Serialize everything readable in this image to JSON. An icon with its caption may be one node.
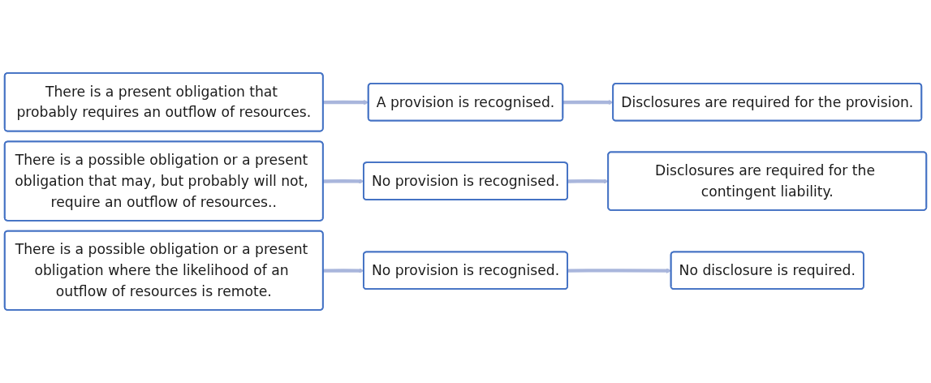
{
  "diagram": {
    "nodes": [
      {
        "text": [
          "There is a present obligation that probably requires an outflow of resources."
        ]
      },
      {
        "text": [
          "A provision is recognised."
        ]
      },
      {
        "text": [
          "Disclosures are required for the provision."
        ]
      },
      {
        "text": [
          "There is a possible obligation or a present obligation that may, but probably will not, require an outflow of resources.."
        ]
      },
      {
        "text": [
          "No provision is recognised."
        ]
      },
      {
        "text": [
          "Disclosures are required for the contingent liability."
        ]
      },
      {
        "text": [
          "There is a possible obligation or a present obligation where the likelihood of an outflow of resources is remote."
        ]
      },
      {
        "text": [
          "No provision is recognised."
        ]
      },
      {
        "text": [
          "No disclosure is required."
        ]
      }
    ],
    "edges": [
      {
        "from": 0,
        "to": 1,
        "arrow": "to"
      },
      {
        "from": 1,
        "to": 2,
        "arrow": "to"
      },
      {
        "from": 3,
        "to": 4,
        "arrow": "to"
      },
      {
        "from": 4,
        "to": 5,
        "arrow": "to"
      },
      {
        "from": 6,
        "to": 7,
        "arrow": "to"
      },
      {
        "from": 7,
        "to": 8,
        "arrow": "to"
      }
    ]
  }
}
